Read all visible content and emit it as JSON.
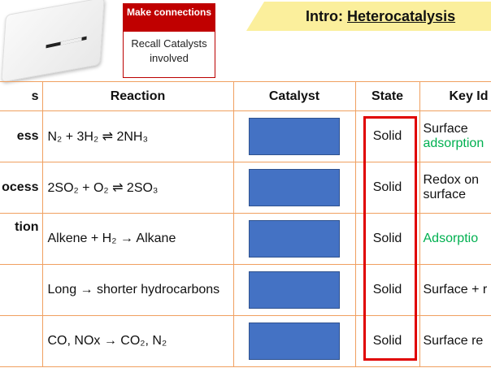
{
  "slide": {
    "title_prefix": "Intro: ",
    "title_main": "Heterocatalysis"
  },
  "callout": {
    "header": "Make connections",
    "body": "Recall Catalysts involved"
  },
  "table": {
    "headers": [
      "s",
      "Reaction",
      "Catalyst",
      "State",
      "Key Id"
    ],
    "rows": [
      {
        "process": "ess",
        "reaction_html": "N₂ + 3H₂ ⇌ 2NH₃",
        "state": "Solid",
        "idea": "Surface",
        "idea2": "adsorption"
      },
      {
        "process": "ocess",
        "reaction_html": "2SO₂ + O₂ ⇌ 2SO₃",
        "state": "Solid",
        "idea": "Redox on",
        "idea2": "surface"
      },
      {
        "process": "tion",
        "reaction_html": "Alkene + H₂ → Alkane",
        "state": "Solid",
        "idea": "",
        "idea2": "Adsorptio"
      },
      {
        "process": "",
        "reaction_html": "Long → shorter hydrocarbons",
        "state": "Solid",
        "idea": "Surface + r",
        "idea2": ""
      },
      {
        "process": "",
        "reaction_html": "CO, NOx → CO₂, N₂",
        "state": "Solid",
        "idea": "Surface re",
        "idea2": ""
      }
    ]
  },
  "colors": {
    "accent_red": "#c00000",
    "border": "#f0a060",
    "catalyst_fill": "#4472c4",
    "green": "#00b050",
    "banner": "#fbef9c"
  }
}
